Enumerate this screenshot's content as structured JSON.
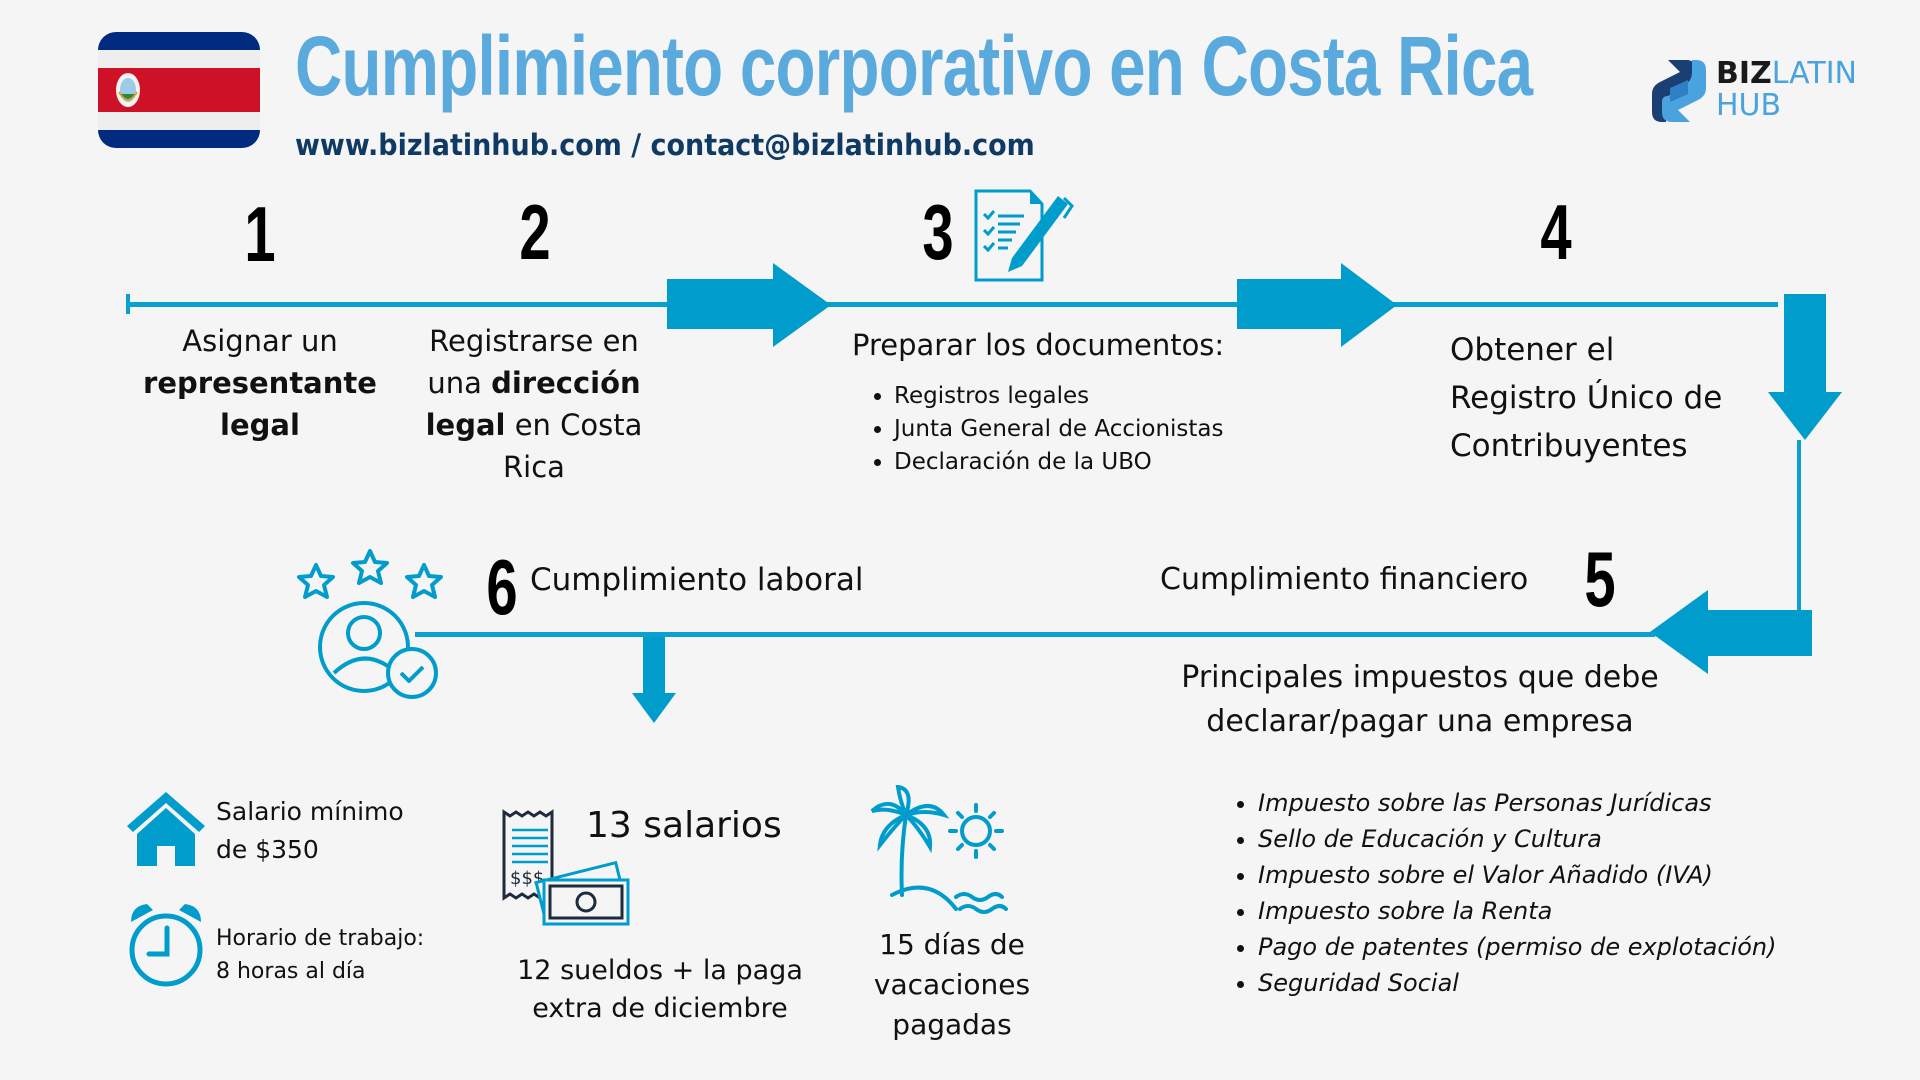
{
  "header": {
    "title": "Cumplimiento corporativo en Costa Rica",
    "contact": "www.bizlatinhub.com / contact@bizlatinhub.com",
    "logo": {
      "line1_bold": "BIZ",
      "line1_light": "LATIN",
      "line2": "HUB"
    },
    "flag": "costa-rica-flag"
  },
  "colors": {
    "accent": "#009ccc",
    "title": "#5aaade",
    "contact": "#0f3a63",
    "background": "#f5f5f5"
  },
  "steps": [
    {
      "number": "1",
      "text_pre": "Asignar un",
      "text_bold": "representante legal"
    },
    {
      "number": "2",
      "text_pre": "Registrarse en una",
      "text_bold": "dirección legal",
      "text_post": "en Costa Rica"
    },
    {
      "number": "3",
      "heading": "Preparar los documentos:",
      "items": [
        "Registros legales",
        "Junta General de Accionistas",
        "Declaración de la UBO"
      ]
    },
    {
      "number": "4",
      "lines": [
        "Obtener el",
        "Registro Único de",
        "Contribuyentes"
      ]
    },
    {
      "number": "5",
      "heading": "Cumplimiento financiero",
      "subheading_line1": "Principales impuestos que debe",
      "subheading_line2": "declarar/pagar una empresa",
      "items": [
        "Impuesto sobre las Personas Jurídicas",
        "Sello de Educación y Cultura",
        "Impuesto sobre el Valor Añadido (IVA)",
        "Impuesto sobre la Renta",
        "Pago de patentes (permiso de explotación)",
        "Seguridad Social"
      ]
    },
    {
      "number": "6",
      "heading": "Cumplimiento laboral"
    }
  ],
  "labor": {
    "min_wage": {
      "line1": "Salario mínimo",
      "line2": "de $350",
      "icon": "house-icon"
    },
    "hours": {
      "line1": "Horario de trabajo:",
      "line2": "8 horas al día",
      "icon": "alarm-clock-icon"
    },
    "salaries": {
      "title": "13 salarios",
      "line1": "12 sueldos + la paga",
      "line2": "extra de diciembre",
      "icon": "receipt-money-icon",
      "receipt_symbol": "$$$"
    },
    "vacation": {
      "line1": "15 días de",
      "line2": "vacaciones",
      "line3": "pagadas",
      "icon": "palm-beach-sun-icon"
    }
  }
}
